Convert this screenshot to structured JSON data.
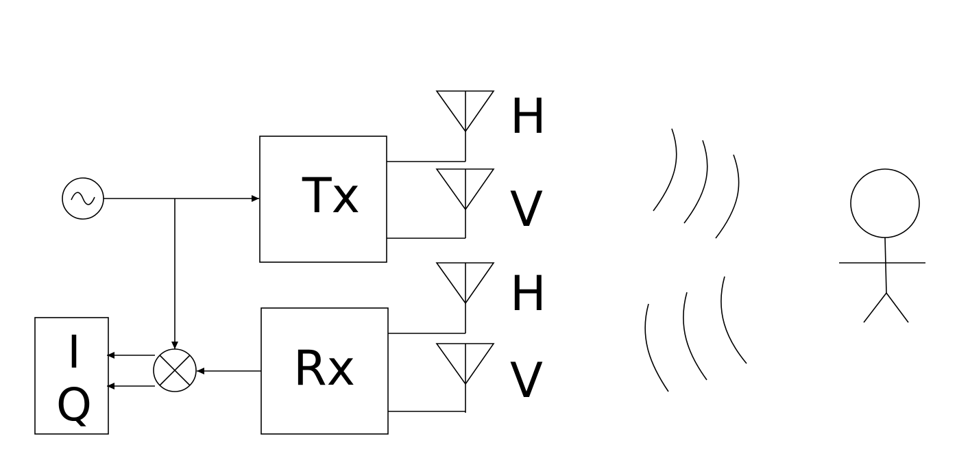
{
  "blocks": {
    "tx_label": "Tx",
    "rx_label": "Rx",
    "iq_top": "I",
    "iq_bottom": "Q"
  },
  "antennas": {
    "tx_h": "H",
    "tx_v": "V",
    "rx_h": "H",
    "rx_v": "V"
  },
  "icons": {
    "oscillator": "oscillator-icon",
    "mixer": "mixer-icon",
    "antenna": "antenna-icon",
    "waves": "radio-wave-icon",
    "person": "person-icon"
  },
  "colors": {
    "stroke": "#000000",
    "background": "#ffffff"
  }
}
